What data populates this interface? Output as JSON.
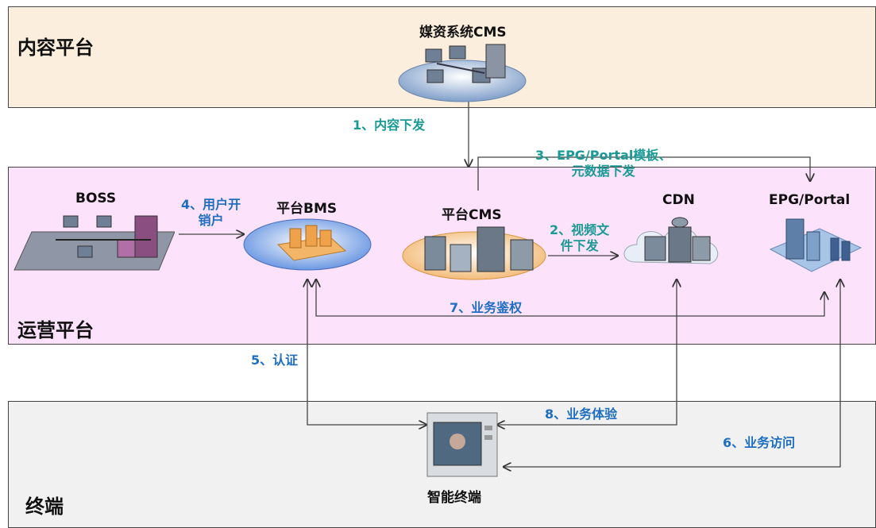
{
  "zones": {
    "content": "内容平台",
    "operation": "运营平台",
    "terminal": "终端"
  },
  "nodes": {
    "media_cms": "媒资系统CMS",
    "boss": "BOSS",
    "bms": "平台BMS",
    "platform_cms": "平台CMS",
    "cdn": "CDN",
    "epg": "EPG/Portal",
    "terminal": "智能终端"
  },
  "steps": {
    "s1": "1、内容下发",
    "s2_line1": "2、视频文",
    "s2_line2": "件下发",
    "s3_line1": "3、EPG/Portal模板、",
    "s3_line2": "元数据下发",
    "s4_line1": "4、用户开",
    "s4_line2": "销户",
    "s5": "5、认证",
    "s6": "6、业务访问",
    "s7": "7、业务鉴权",
    "s8": "8、业务体验"
  },
  "colors": {
    "content_bg": "#fbeedd",
    "operation_bg": "#fde2fb",
    "terminal_bg": "#f1f1f1",
    "teal_label": "#1a9a96",
    "blue_label": "#1e6fc2"
  },
  "icons": {
    "media_cms": "network-servers-icon",
    "boss": "network-lan-icon",
    "bms": "server-platform-icon",
    "platform_cms": "server-cluster-icon",
    "cdn": "cdn-cloud-icon",
    "epg": "portal-server-icon",
    "terminal": "smart-tv-icon"
  }
}
